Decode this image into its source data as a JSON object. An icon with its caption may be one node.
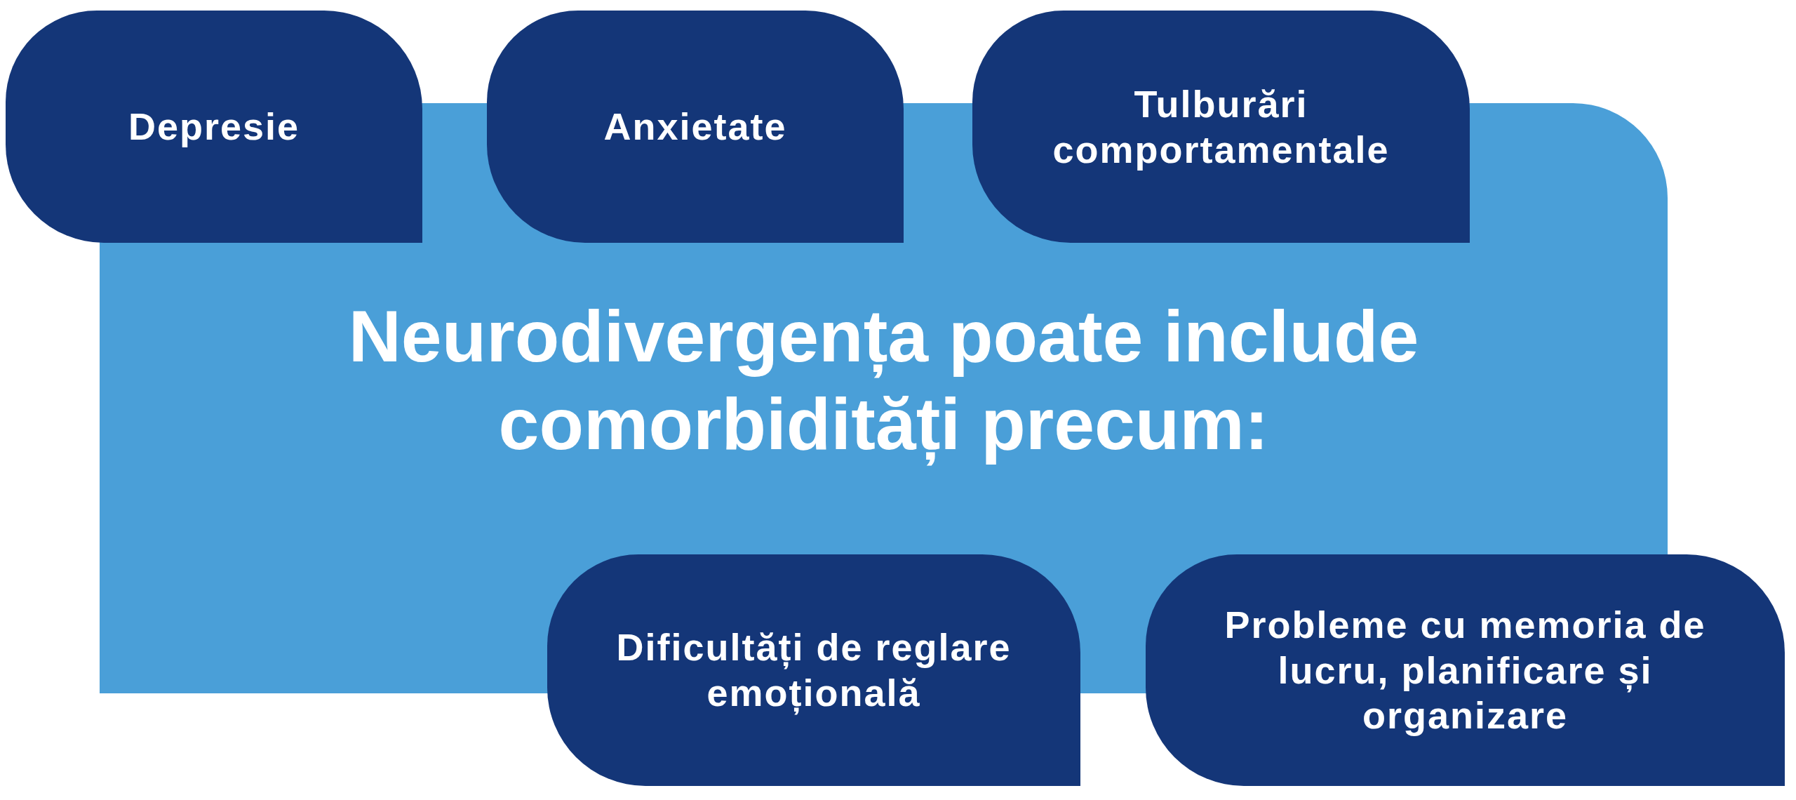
{
  "diagram": {
    "nodes": [
      {
        "text": [
          "Depresie"
        ]
      },
      {
        "text": [
          "Anxietate"
        ]
      },
      {
        "text": [
          "Tulburări comportamentale"
        ]
      },
      {
        "text": [
          "Neurodivergența poate include comorbidități precum:"
        ]
      },
      {
        "text": [
          "Dificultăți de reglare emoțională"
        ]
      },
      {
        "text": [
          "Probleme cu memoria de lucru, planificare și organizare"
        ]
      }
    ]
  }
}
